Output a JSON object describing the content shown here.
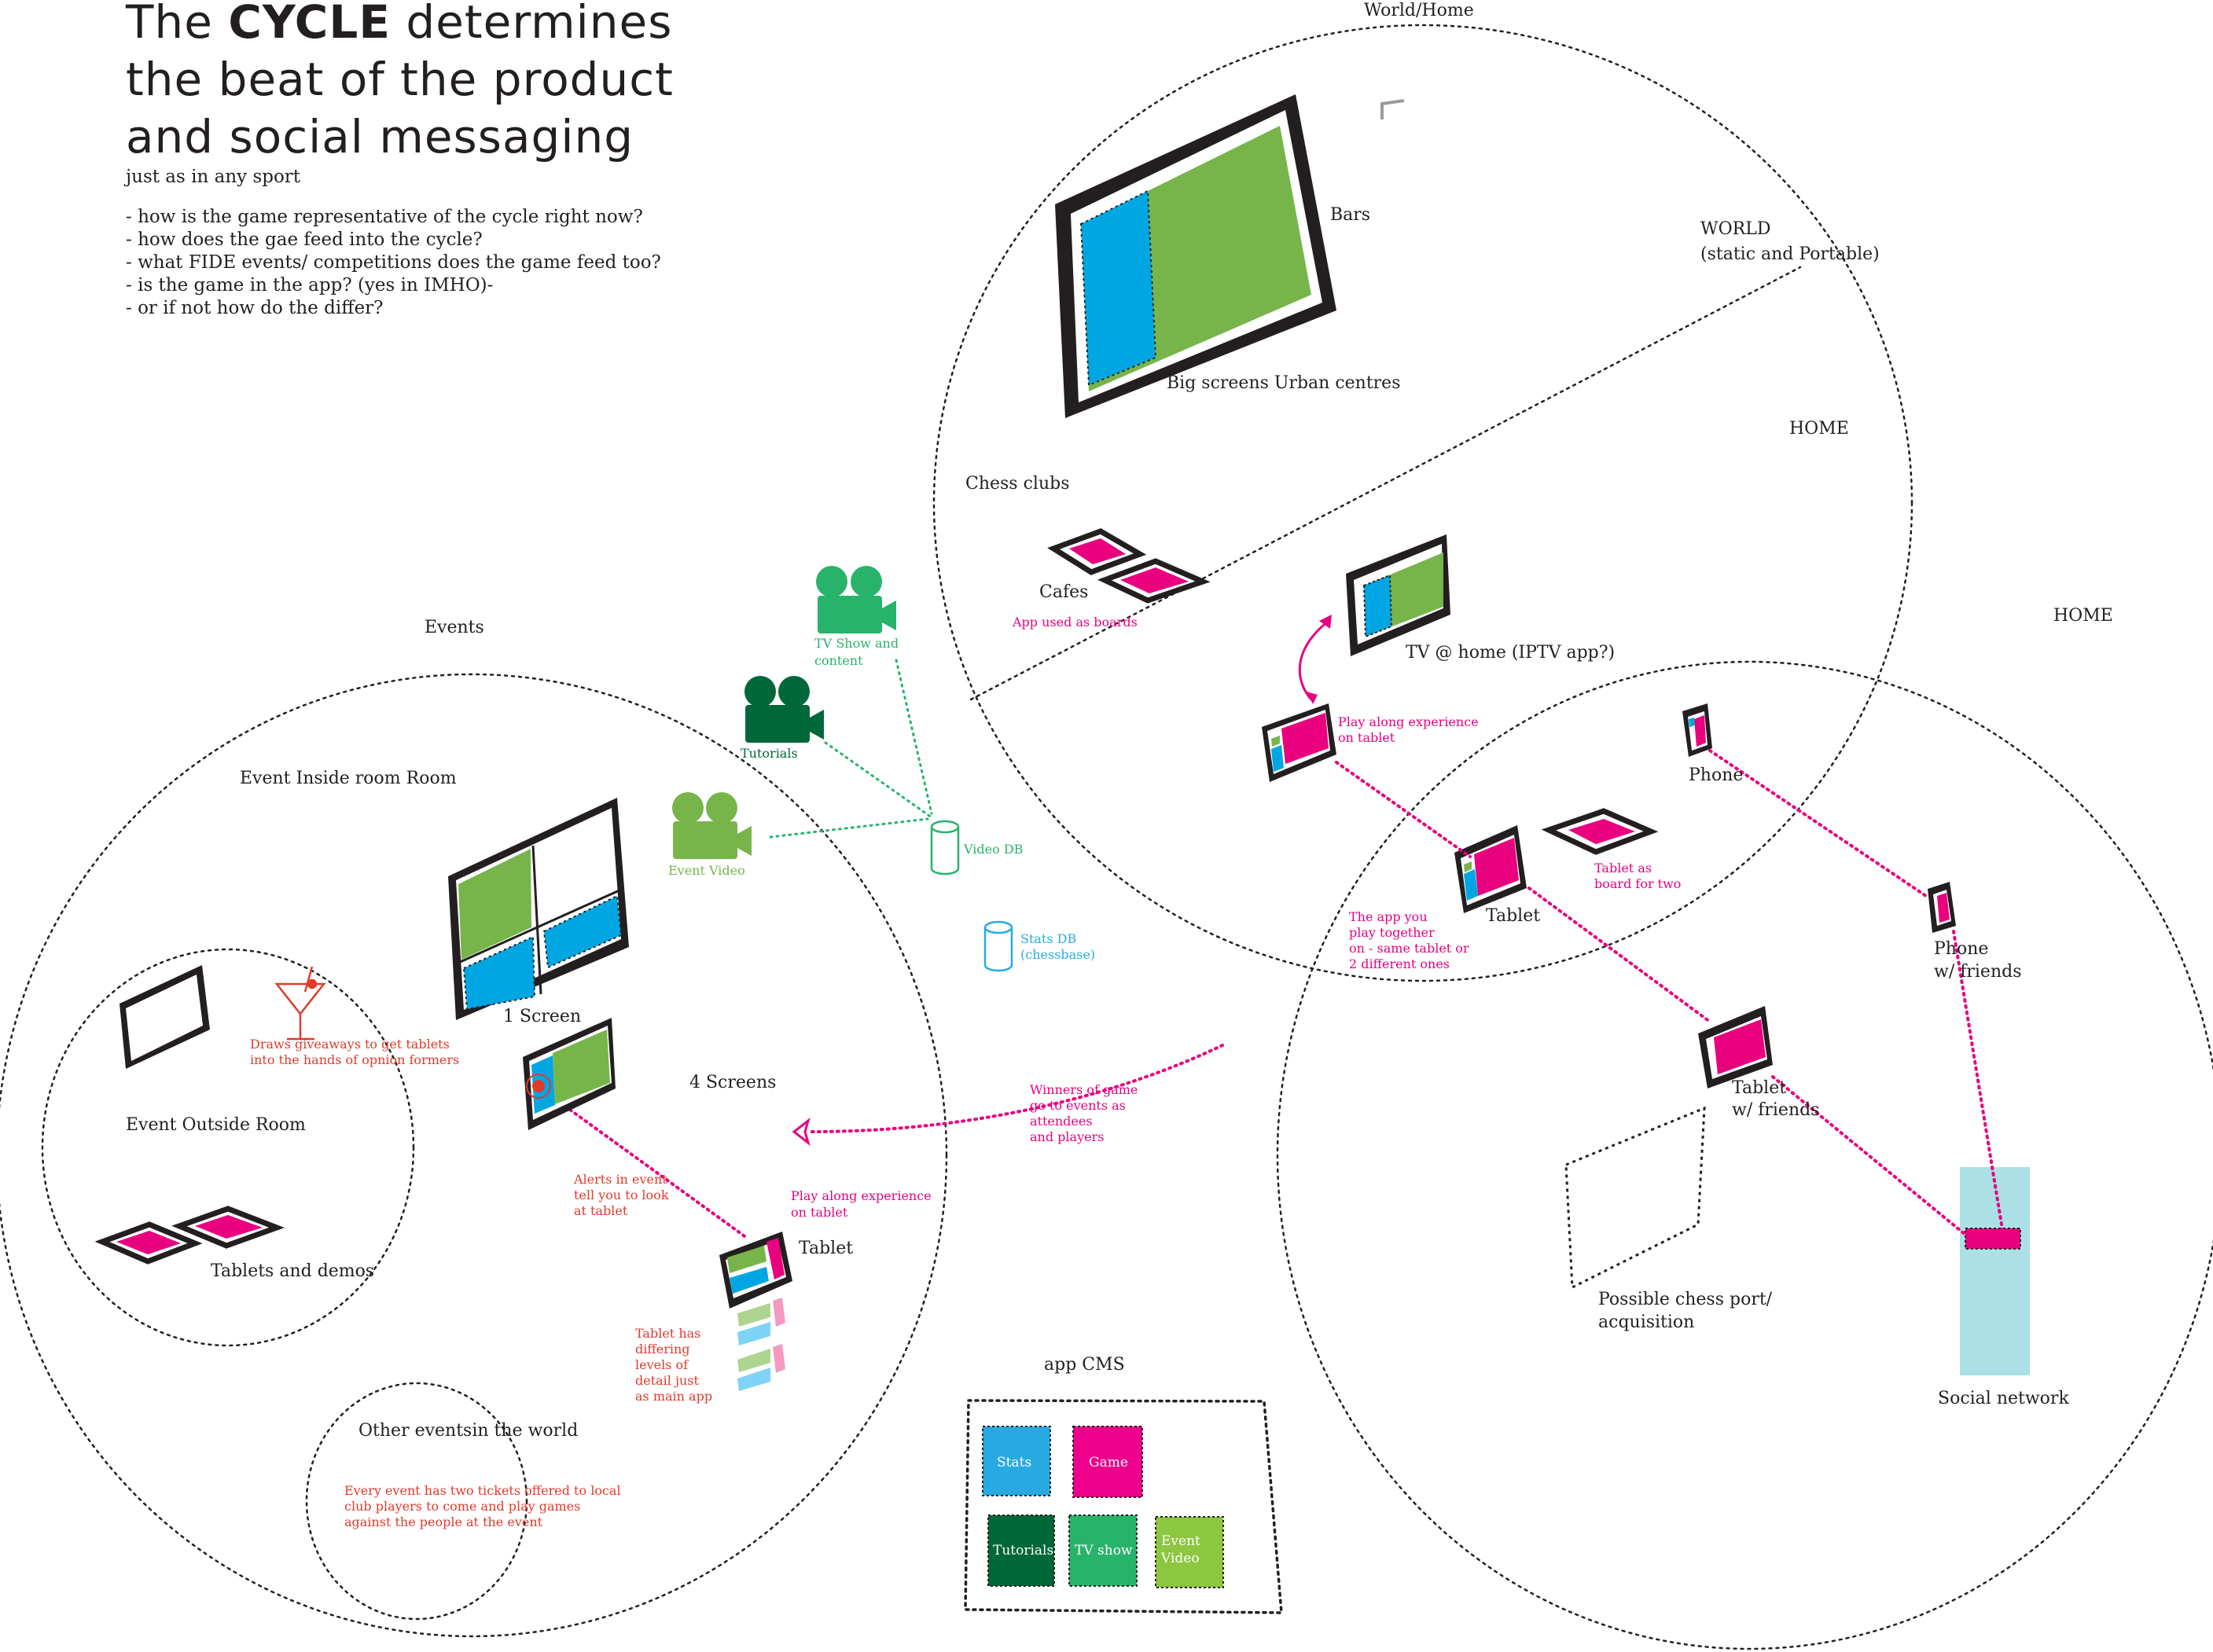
{
  "title": {
    "line1_prefix": "The ",
    "line1_bold": "CYCLE",
    "line1_suffix": " determines",
    "line2": "the beat of the product",
    "line3": "and social messaging",
    "subtitle": "just as in any sport",
    "questions": [
      "- how is the game representative of the cycle right now?",
      "- how does the gae feed into the cycle?",
      "- what FIDE events/ competitions does the game feed too?",
      "- is the game in the app? (yes in IMHO)-",
      "- or if not how do the differ?"
    ]
  },
  "colors": {
    "ink": "#231f20",
    "green": "#77b54a",
    "blue": "#00a6e2",
    "magenta": "#e8007f",
    "pink": "#ee0f8f",
    "red": "#e03a2c",
    "dark_green": "#006838",
    "mid_green": "#28b36b",
    "light_green": "#8dc63f",
    "teal": "#abe0e6",
    "sky": "#27aae1"
  },
  "labels": {
    "world_home": "World/Home",
    "world": "WORLD",
    "world_sub": "(static and Portable)",
    "home_inner": "HOME",
    "home_outer": "HOME",
    "bars": "Bars",
    "big_screens": "Big screens Urban centres",
    "chess_clubs": "Chess clubs",
    "cafes": "Cafes",
    "app_boards": "App used as boards",
    "tv_home": "TV @ home (IPTV app?)",
    "play_along_1": "Play along experience",
    "play_along_1b": "on tablet",
    "phone": "Phone",
    "tablet_board_1": "Tablet as",
    "tablet_board_2": "board for two",
    "tablet_home": "Tablet",
    "app_together": [
      "The app you",
      "play together",
      "on - same tablet or",
      "2 different ones"
    ],
    "phone_friends_1": "Phone",
    "phone_friends_2": "w/ friends",
    "tablet_friends_1": "Tablet",
    "tablet_friends_2": "w/ friends",
    "chess_port_1": "Possible chess port/",
    "chess_port_2": "acquisition",
    "social_network": "Social network",
    "events": "Events",
    "event_inside": "Event Inside room Room",
    "one_screen": "1 Screen",
    "four_screens": "4 Screens",
    "event_outside": "Event Outside Room",
    "giveaways": [
      "Draws giveaways to get tablets",
      "into the hands of opnion formers"
    ],
    "tablets_demos": "Tablets and demos",
    "alerts": [
      "Alerts in event",
      "tell you to look",
      "at tablet"
    ],
    "play_along_2": [
      "Play along experience",
      "on tablet"
    ],
    "tablet_event": "Tablet",
    "tablet_detail": [
      "Tablet has",
      "differing",
      "levels of",
      "detail just",
      "as main app"
    ],
    "other_events": "Other eventsin the world",
    "tickets": [
      "Every event has two tickets offered to local",
      "club players to come and play games",
      "against the people at the event"
    ],
    "winners": [
      "Winners of game",
      "go to events as",
      "attendees",
      "and players"
    ],
    "tv_show": [
      "TV Show and",
      "content"
    ],
    "tutorials_cam": "Tutorials",
    "event_video_cam": "Event Video",
    "video_db": "Video DB",
    "stats_db": [
      "Stats DB",
      "(chessbase)"
    ],
    "app_cms": "app CMS",
    "cms_stats": "Stats",
    "cms_game": "Game",
    "cms_tutorials": "Tutorials",
    "cms_tvshow": "TV show",
    "cms_event_video": [
      "Event",
      "Video"
    ]
  }
}
